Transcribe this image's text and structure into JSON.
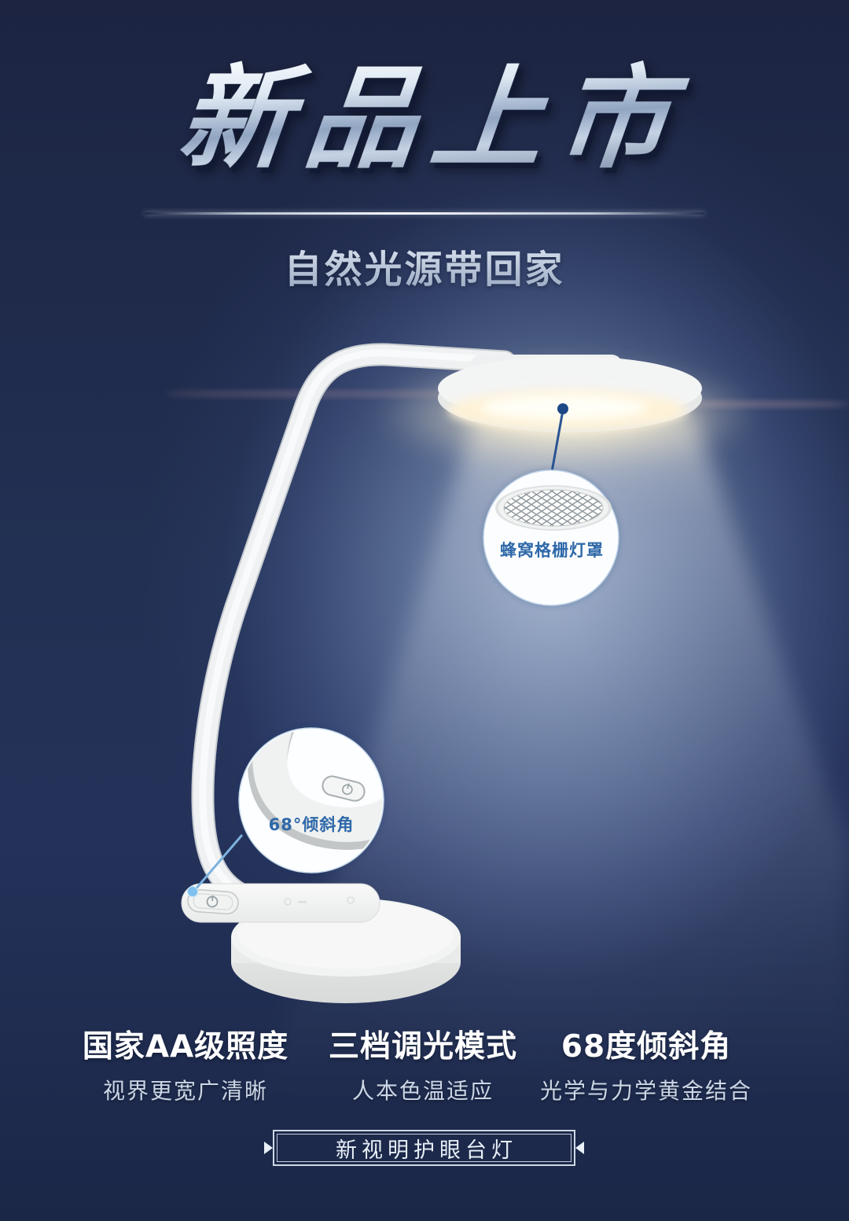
{
  "poster": {
    "title": "新品上市",
    "subtitle": "自然光源带回家",
    "callouts": [
      {
        "label": "蜂窝格栅灯罩"
      },
      {
        "label": "68°倾斜角"
      }
    ],
    "features": [
      {
        "title": "国家AA级照度",
        "subtitle": "视界更宽广清晰"
      },
      {
        "title": "三档调光模式",
        "subtitle": "人本色温适应"
      },
      {
        "title": "68度倾斜角",
        "subtitle": "光学与力学黄金结合"
      }
    ],
    "footer": {
      "label": "新视明护眼台灯"
    },
    "colors": {
      "background_navy": "#1c2442",
      "ambient_glow_blue": "#94a8c8",
      "warm_lamp_light": "#fff3d8",
      "callout_text_blue": "#2e68a8",
      "metallic_title_silver": "#c5d2e4"
    }
  }
}
